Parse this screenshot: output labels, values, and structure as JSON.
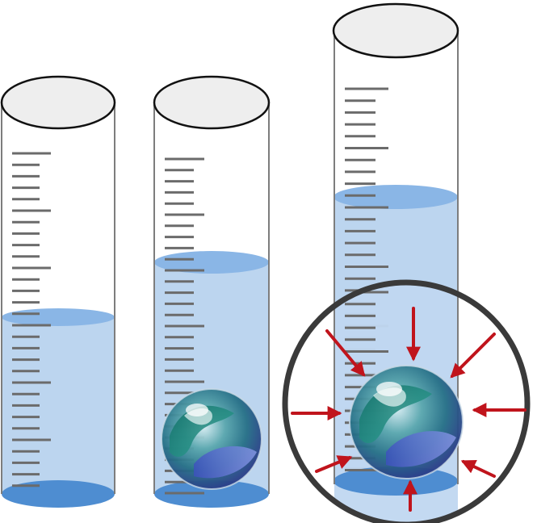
{
  "diagram": {
    "cylinders": [
      {
        "id": "cylinder-1",
        "contains_marble": false,
        "water_level": "low"
      },
      {
        "id": "cylinder-2",
        "contains_marble": true,
        "water_level": "raised"
      },
      {
        "id": "cylinder-3",
        "contains_marble": true,
        "water_level": "raised",
        "magnified": true
      }
    ],
    "magnifier": {
      "arrow_count": 8,
      "arrow_meaning": "pressure-on-marble"
    },
    "colors": {
      "water": "#bcd5ef",
      "water_surface": "#8ab6e6",
      "water_bottom": "#4e8dd1",
      "cylinder_outline": "#7d7d7d",
      "cap_fill": "#eeeeee",
      "tick_marks": "#6b6b6b",
      "arrows": "#c0141c",
      "magnifier_ring": "#3a3a3a"
    },
    "icons": [
      "graduated-cylinder-icon",
      "glass-marble-icon",
      "pressure-arrow-icon"
    ]
  }
}
